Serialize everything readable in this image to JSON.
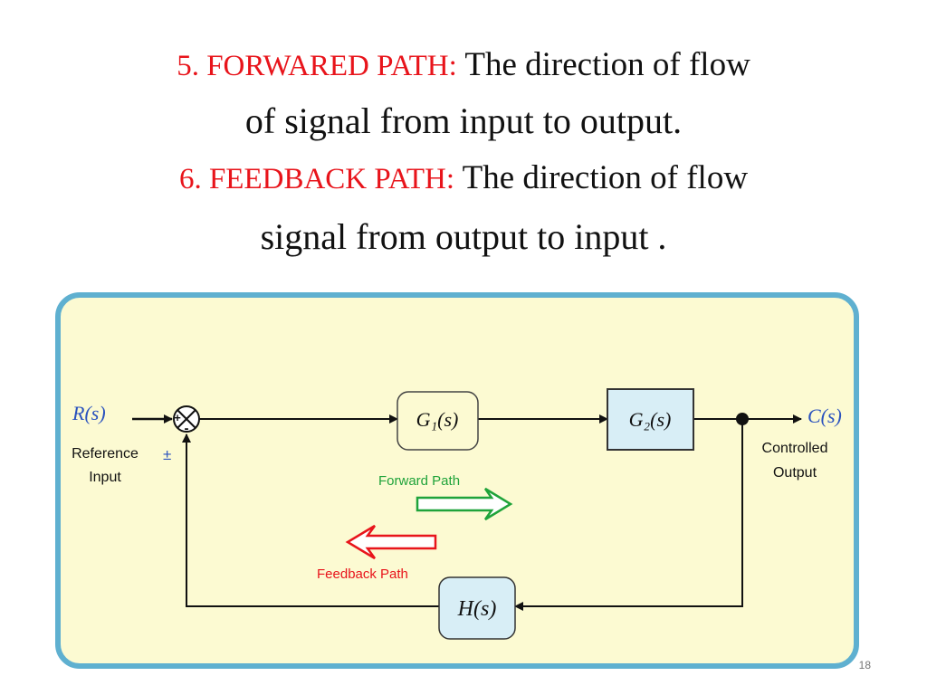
{
  "slide": {
    "line1_label": "5. FORWARED PATH:",
    "line1_text": " The direction of flow",
    "line2_text": "of signal from input to output.",
    "line3_label": "6. FEEDBACK PATH:",
    "line3_text": " The direction of flow",
    "line4_text": "signal from output to input .",
    "page_number": "18"
  },
  "diagram": {
    "input_symbol": "R(s)",
    "input_label_1": "Reference",
    "input_label_2": "Input",
    "sign_symbol": "±",
    "summer_plus": "+",
    "summer_minus": "-",
    "block_g1": "G₁(s)",
    "block_g2": "G₂(s)",
    "block_h": "H(s)",
    "output_symbol": "C(s)",
    "output_label_1": "Controlled",
    "output_label_2": "Output",
    "forward_label": "Forward Path",
    "feedback_label": "Feedback Path"
  },
  "colors": {
    "title_red": "#e8141b",
    "frame_border": "#5fb0d0",
    "frame_fill": "#fcfad2",
    "forward_green": "#1fa33a",
    "feedback_red": "#e8141b",
    "math_blue": "#2a52be",
    "block_fill_blue": "#d8eef6"
  }
}
